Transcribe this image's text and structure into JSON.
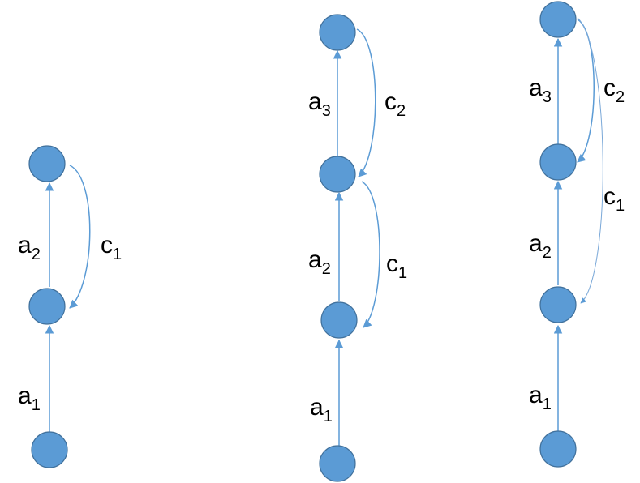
{
  "colors": {
    "node": "#5b9bd5",
    "node_border": "#41719c",
    "edge": "#5b9bd5"
  },
  "diagrams": [
    {
      "name": "diagram-1",
      "labels": {
        "a1": "a",
        "a1_sub": "1",
        "a2": "a",
        "a2_sub": "2",
        "c1": "c",
        "c1_sub": "1"
      }
    },
    {
      "name": "diagram-2",
      "labels": {
        "a1": "a",
        "a1_sub": "1",
        "a2": "a",
        "a2_sub": "2",
        "a3": "a",
        "a3_sub": "3",
        "c1": "c",
        "c1_sub": "1",
        "c2": "c",
        "c2_sub": "2"
      }
    },
    {
      "name": "diagram-3",
      "labels": {
        "a1": "a",
        "a1_sub": "1",
        "a2": "a",
        "a2_sub": "2",
        "a3": "a",
        "a3_sub": "3",
        "c1": "c",
        "c1_sub": "1",
        "c2": "c",
        "c2_sub": "2"
      }
    }
  ]
}
